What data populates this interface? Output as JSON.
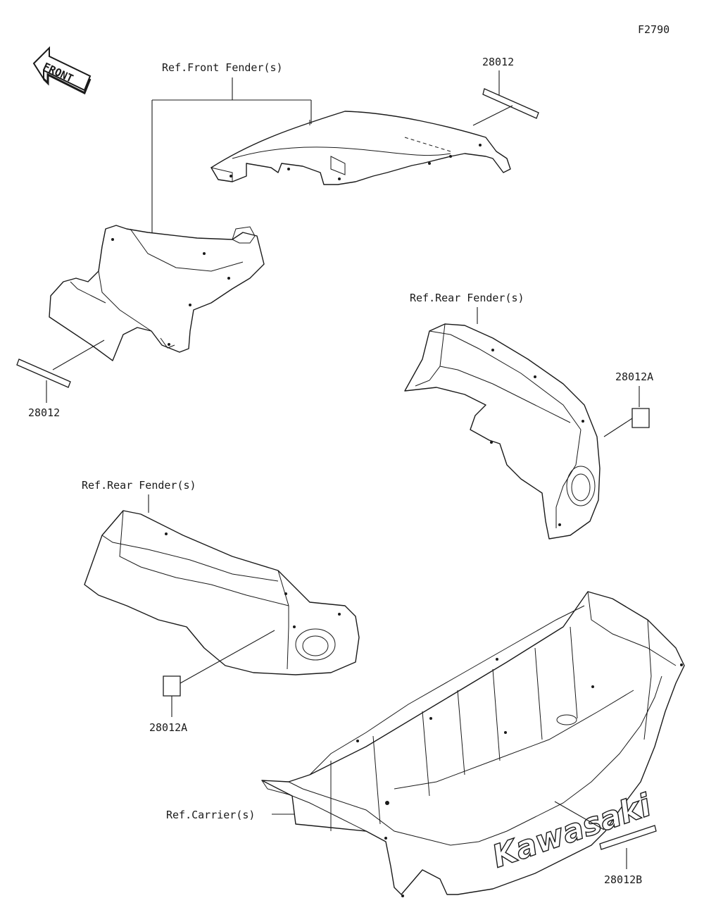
{
  "figure_code": "F2790",
  "front_arrow": {
    "text": "FRONT",
    "icon": "front-direction-arrow-icon"
  },
  "labels": {
    "ref_front_fender": "Ref.Front Fender(s)",
    "ref_rear_fender_right": "Ref.Rear Fender(s)",
    "ref_rear_fender_left": "Ref.Rear Fender(s)",
    "ref_carrier": "Ref.Carrier(s)"
  },
  "part_numbers": {
    "top_decal": "28012",
    "left_decal": "28012",
    "rear_right_decal": "28012A",
    "rear_left_decal": "28012A",
    "carrier_decal": "28012B"
  },
  "carrier_logo_text": "Kawasaki"
}
